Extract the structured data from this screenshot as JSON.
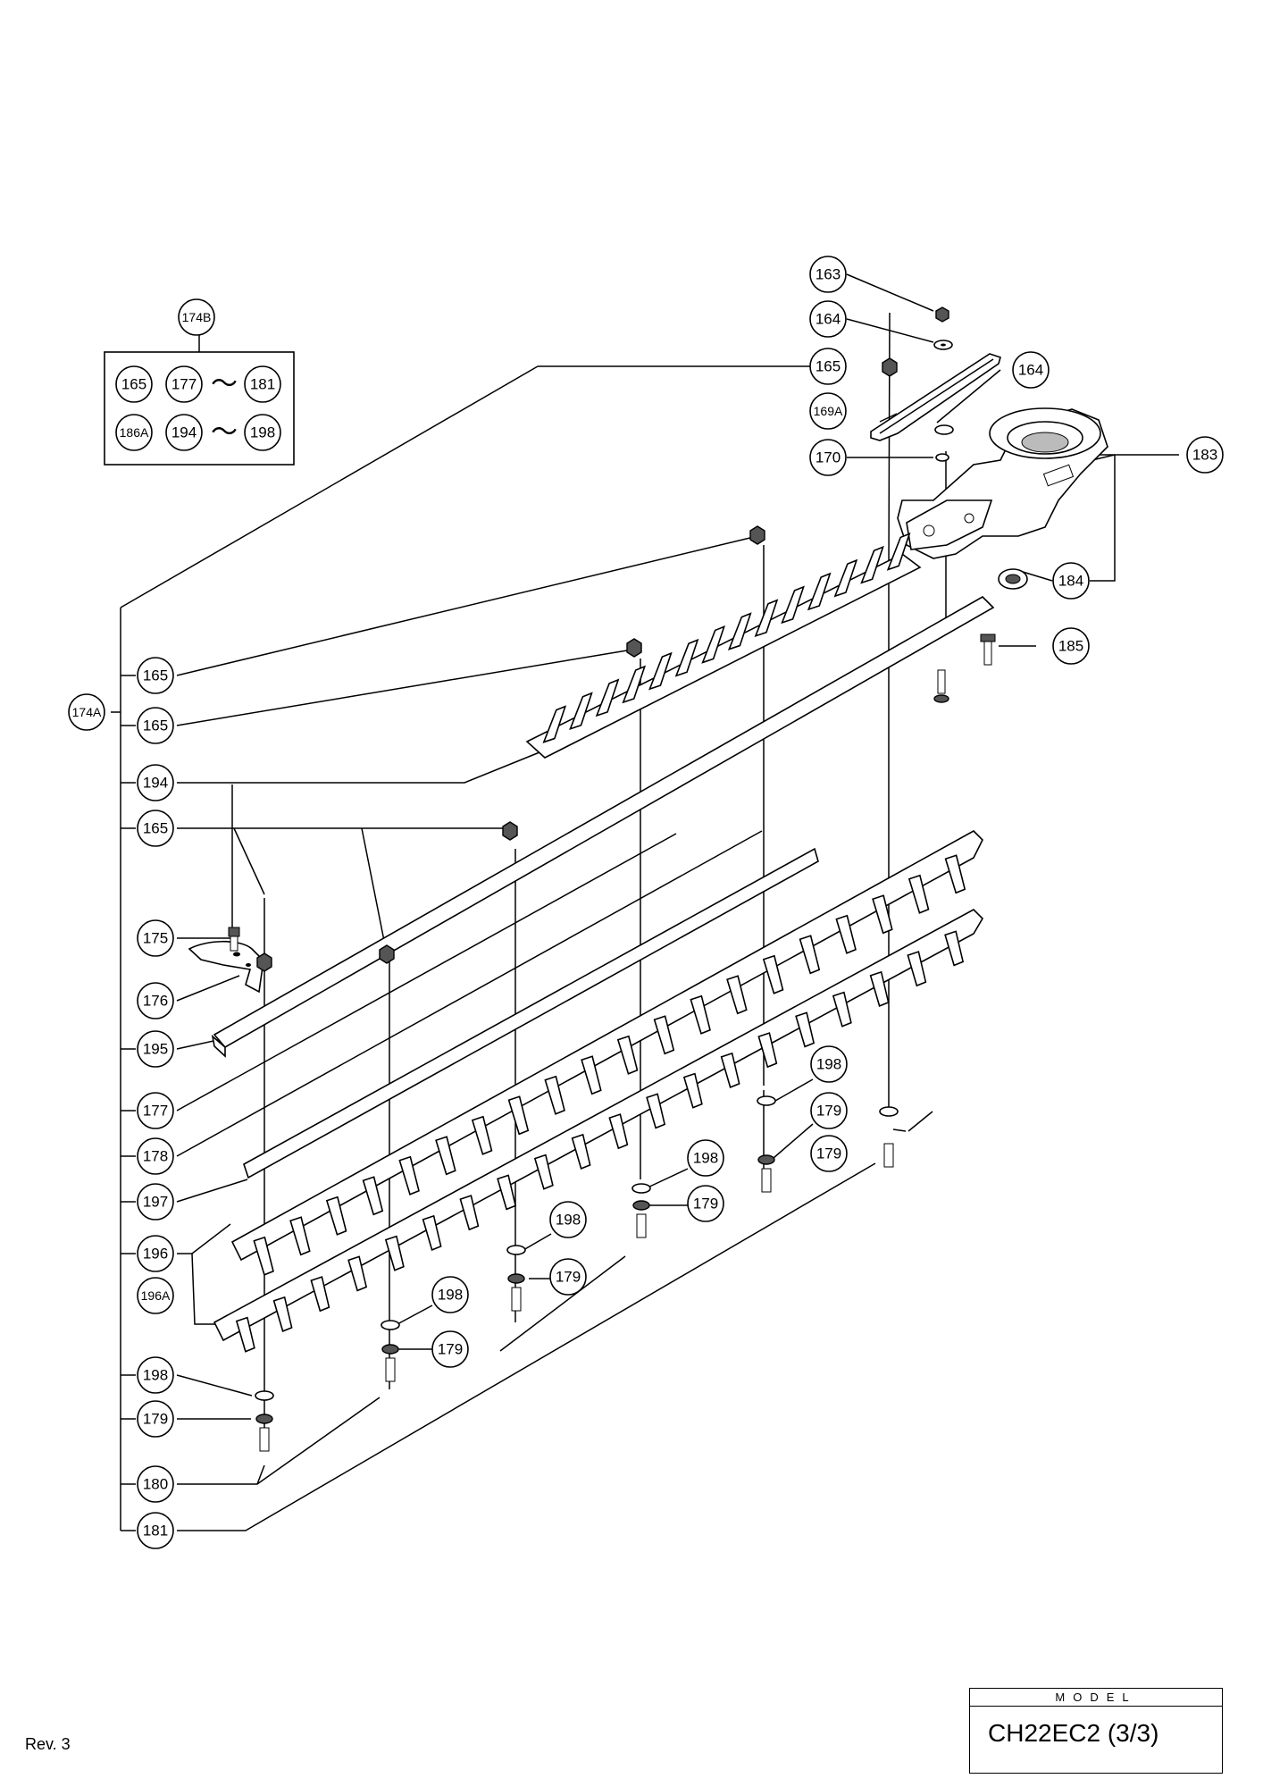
{
  "callouts": {
    "c163": "163",
    "c164a": "164",
    "c165a": "165",
    "c164b": "164",
    "c169A": "169A",
    "c170": "170",
    "c183": "183",
    "c184": "184",
    "c185": "185",
    "c174B": "174B",
    "c174A": "174A",
    "k165a": "165",
    "k177": "177",
    "k181": "181",
    "k186A": "186A",
    "k194": "194",
    "k198": "198",
    "l165a": "165",
    "l165b": "165",
    "l194": "194",
    "l165c": "165",
    "l175": "175",
    "l176": "176",
    "l195": "195",
    "l177": "177",
    "l178": "178",
    "l197": "197",
    "l196": "196",
    "l196A": "196A",
    "l198": "198",
    "l179": "179",
    "l180": "180",
    "l181": "181",
    "w198a": "198",
    "w179a": "179",
    "w179b": "179",
    "w198b": "198",
    "w179c": "179",
    "w198c": "198",
    "w179d": "179",
    "w198d": "198",
    "w179e": "179"
  },
  "model": {
    "label": "MODEL",
    "value": "CH22EC2 (3/3)"
  },
  "revision": "Rev. 3"
}
